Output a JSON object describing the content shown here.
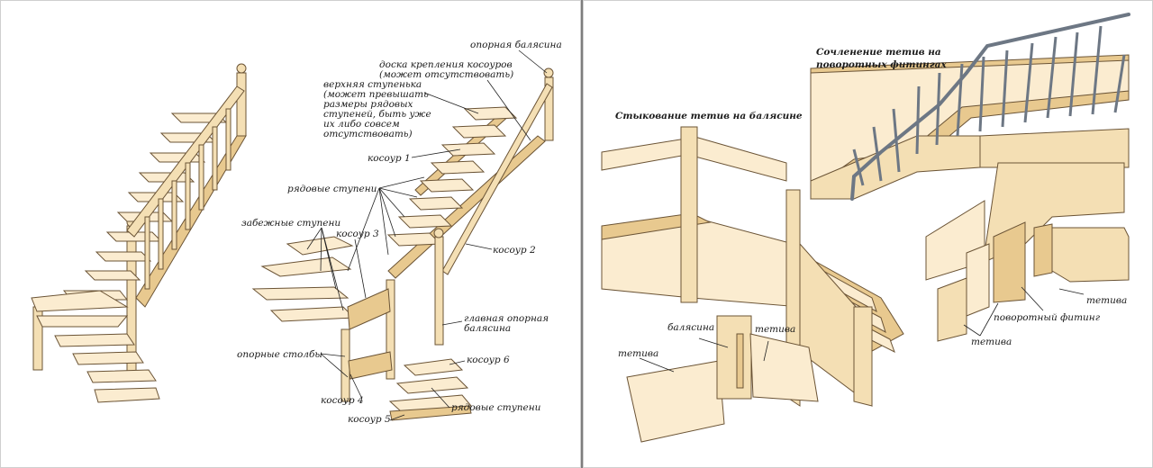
{
  "left_panel": {
    "labels": {
      "support_baluster": "опорная балясина",
      "stringer_board_1": "доска крепления косоуров",
      "stringer_board_2": "(может отсутствовать)",
      "top_step_1": "верхняя ступенька",
      "top_step_2": "(может превышать",
      "top_step_3": "размеры рядовых",
      "top_step_4": "ступеней, быть уже",
      "top_step_5": "их либо совсем",
      "top_step_6": "отсутствовать)",
      "stringer_1": "косоур 1",
      "regular_steps_top": "рядовые ступени",
      "winder_steps": "забежные ступени",
      "stringer_3": "косоур 3",
      "stringer_2": "косоур 2",
      "main_baluster_1": "главная опорная",
      "main_baluster_2": "балясина",
      "support_posts": "опорные столбы",
      "stringer_6": "косоур 6",
      "stringer_4": "косоур 4",
      "regular_steps_bottom": "рядовые ступени",
      "stringer_5": "косоур 5"
    }
  },
  "right_panel": {
    "labels": {
      "joint_fittings_1": "Сочленение тетив на",
      "joint_fittings_2": "поворотных фитингах",
      "joint_baluster": "Стыкование тетив на балясине",
      "baluster": "балясина",
      "stringer_a": "тетива",
      "stringer_b": "тетива",
      "stringer_c": "тетива",
      "turning_fitting": "поворотный фитинг",
      "stringer_d": "тетива"
    }
  },
  "colors": {
    "wood_light": "#fbecd0",
    "wood": "#f4dfb4",
    "wood_dark": "#e8c98f",
    "outline": "#6b5436",
    "metal": "#6d7784",
    "divider": "#7d7d7d"
  }
}
